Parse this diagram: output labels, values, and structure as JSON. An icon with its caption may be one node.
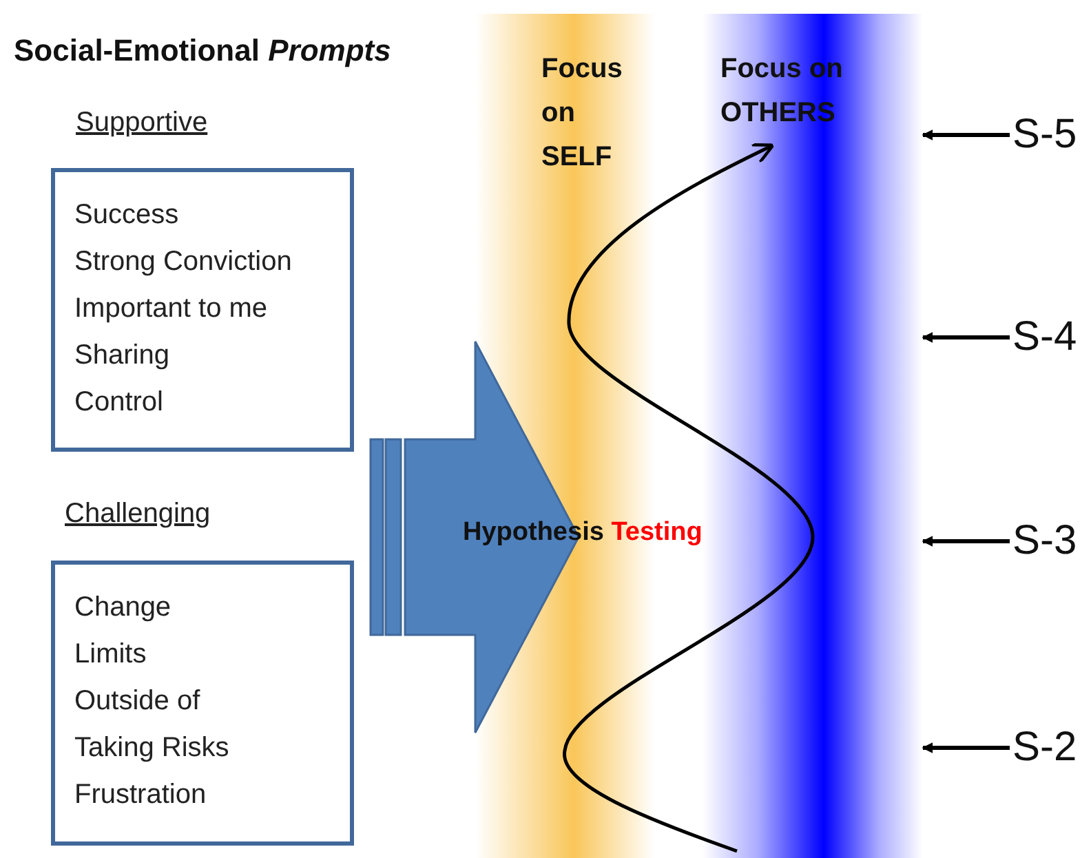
{
  "diagram": {
    "title": "Social-Emotional *Prompts*",
    "nodes": [
      {
        "text": [
          "Supportive",
          "Success",
          "Strong Conviction",
          "Important to me",
          "Sharing",
          "Control"
        ]
      },
      {
        "text": [
          "Challenging",
          "Change",
          "Limits",
          "Outside of",
          "Taking Risks",
          "Frustration"
        ]
      },
      {
        "text": [
          "Hypothesis",
          "Testing"
        ]
      },
      {
        "text": [
          "Focus on SELF"
        ]
      },
      {
        "text": [
          "Focus on OTHERS"
        ]
      },
      {
        "text": [
          "S-5"
        ]
      },
      {
        "text": [
          "S-4"
        ]
      },
      {
        "text": [
          "S-3"
        ]
      },
      {
        "text": [
          "S-2"
        ]
      }
    ],
    "edges": [
      {
        "from": 5,
        "to": 4,
        "arrow": "to"
      },
      {
        "from": 6,
        "to": 4,
        "arrow": "to"
      },
      {
        "from": 7,
        "to": 4,
        "arrow": "to"
      },
      {
        "from": 8,
        "to": 4,
        "arrow": "to"
      },
      {
        "from": 0,
        "to": 3,
        "arrow": "to",
        "style": "thick"
      },
      {
        "from": 1,
        "to": 3,
        "arrow": "to",
        "style": "thick"
      }
    ]
  }
}
